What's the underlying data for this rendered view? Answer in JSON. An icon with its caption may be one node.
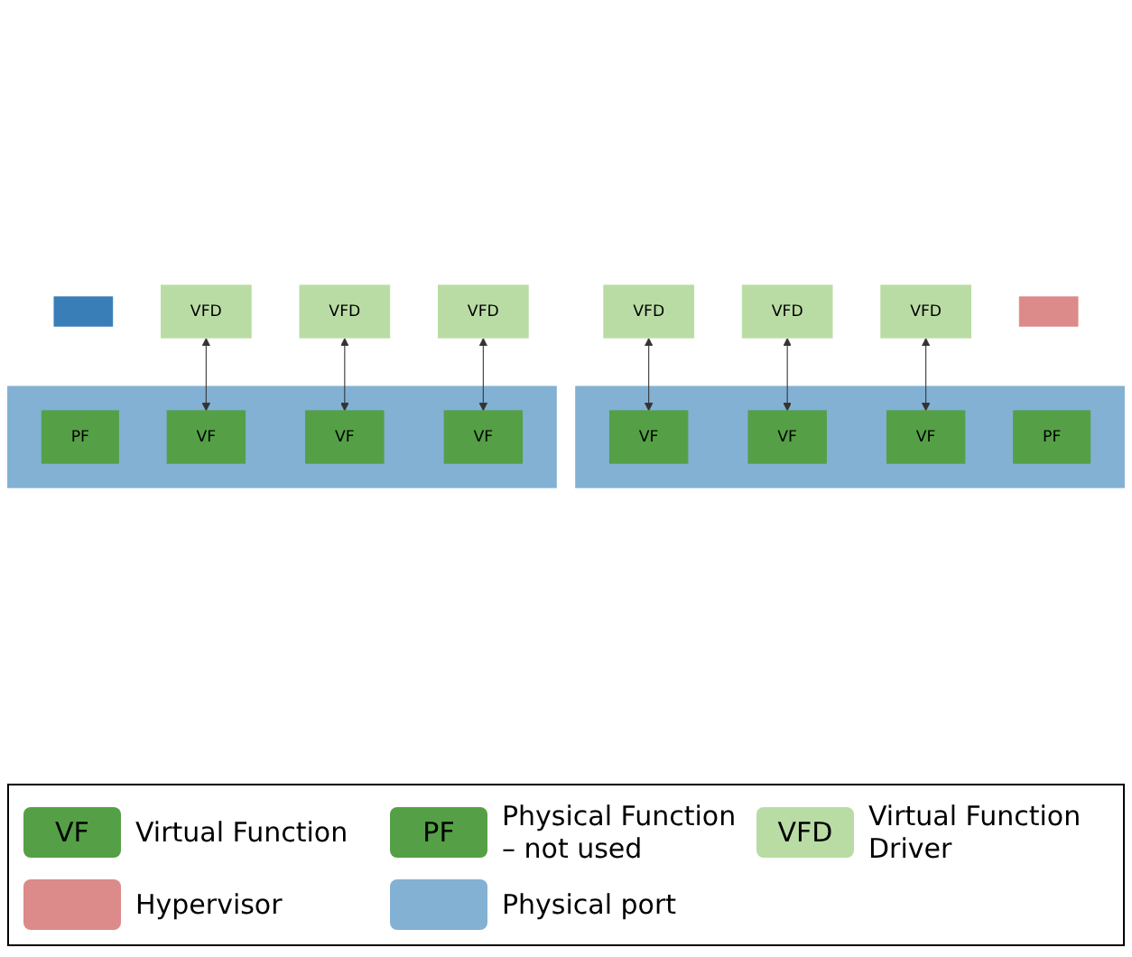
{
  "diagram": {
    "nodes": [
      {
        "text": [],
        "shape": "box"
      },
      {
        "text": [
          "VFD"
        ]
      },
      {
        "text": [
          "VFD"
        ]
      },
      {
        "text": [
          "VFD"
        ]
      },
      {
        "text": [
          "VFD"
        ]
      },
      {
        "text": [
          "VFD"
        ]
      },
      {
        "text": [
          "VFD"
        ]
      },
      {
        "text": [],
        "shape": "box"
      },
      {
        "text": [],
        "shape": "box"
      },
      {
        "text": [
          "VF"
        ],
        "in": 8
      },
      {
        "text": [
          "VF"
        ],
        "in": 8
      },
      {
        "text": [
          "VF"
        ],
        "in": 8
      },
      {
        "text": [
          "PF"
        ],
        "in": 8
      },
      {
        "text": [],
        "shape": "box"
      },
      {
        "text": [
          "PF"
        ],
        "in": 13
      },
      {
        "text": [
          "VF"
        ],
        "in": 13
      },
      {
        "text": [
          "VF"
        ],
        "in": 13
      },
      {
        "text": [
          "VF"
        ],
        "in": 13
      }
    ],
    "edges": [
      {
        "from": 1,
        "to": 9,
        "arrow": "both"
      },
      {
        "from": 2,
        "to": 10,
        "arrow": "both"
      },
      {
        "from": 3,
        "to": 11,
        "arrow": "both"
      },
      {
        "from": 4,
        "to": 15,
        "arrow": "both"
      },
      {
        "from": 5,
        "to": 16,
        "arrow": "both"
      },
      {
        "from": 6,
        "to": 17,
        "arrow": "both"
      }
    ],
    "labels": [
      "VF",
      "PF",
      "VFD"
    ],
    "legend": [
      {
        "text": "Virtual Function",
        "color": "#55a046"
      },
      {
        "text": "Physical Function – not used",
        "color": "#55a046"
      },
      {
        "text": "Virtual Function Driver",
        "color": "#b9dca4"
      },
      {
        "text": "Hypervisor",
        "color": "#dc8a8a"
      },
      {
        "text": "Physical port",
        "color": "#82b1d4"
      }
    ]
  }
}
